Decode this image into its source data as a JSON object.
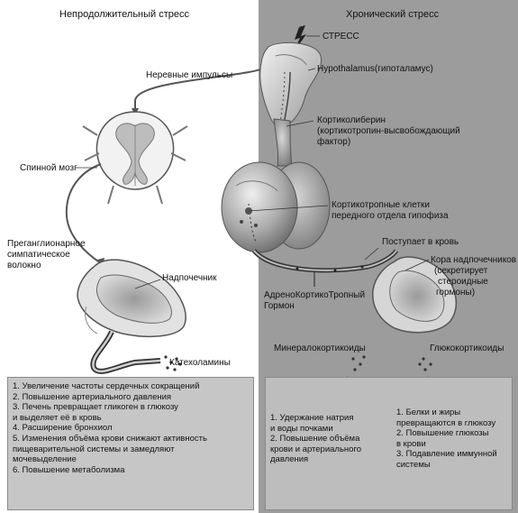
{
  "panels": {
    "left_title": "Непродолжительный стресс",
    "right_title": "Хронический стресс"
  },
  "labels": {
    "stress": "СТРЕСС",
    "hypothalamus": "Hypothalamus(гипоталамус)",
    "nerve_impulses": "Нерeвные импульсы",
    "crh_line1": "Кортиколиберин",
    "crh_line2": "(кортикотропин-высвобождающий",
    "crh_line3": "фактор)",
    "spinal_cord": "Спинной мозг",
    "corticotropic_line1": "Кортикотропные клетки",
    "corticotropic_line2": "передного отдела гипофиза",
    "into_blood": "Поступает в кровь",
    "preganglionic_line1": "Преганглионарное",
    "preganglionic_line2": "симпатическое",
    "preganglionic_line3": "волокно",
    "cortex_line1": "Кора надпочечников",
    "cortex_line2": "(секретирует",
    "cortex_line3": "стероидные",
    "cortex_line4": "гормоны)",
    "adrenal": "Надпочечник",
    "acth_line1": "АдреноКортикоТропный",
    "acth_line2": "Гормон",
    "mineralocorticoids": "Минералокортикоиды",
    "glucocorticoids": "Глюкокортикоиды",
    "catecholamines": "Катехоламины"
  },
  "left_effects": [
    "1. Увеличение частоты сердечных сокращений",
    "2. Повышение артериального давления",
    "3. Печень превращает гликоген в глюкозу",
    "    и выделяет её в кровь",
    "4. Расширение бронхиол",
    "5. Изменения объёма крови снижают активность",
    "    пищеварительной системы и замедляют",
    "    мочевыделение",
    "6. Повышение метаболизма"
  ],
  "mineral_effects": [
    "1. Удержание натрия",
    "    и воды почками",
    "2. Повышение объёма",
    "    крови и артериального",
    "    давления"
  ],
  "gluco_effects": [
    "1. Белки и жиры",
    "    превращаются в глюкозу",
    "2. Повышение глюкозы",
    "    в крови",
    "3. Подавление иммунной",
    "    системы"
  ],
  "colors": {
    "left_bg": "#ffffff",
    "right_bg": "#9c9c9c",
    "box_left": "#c6c6c6",
    "box_right": "#bdbdbd"
  }
}
